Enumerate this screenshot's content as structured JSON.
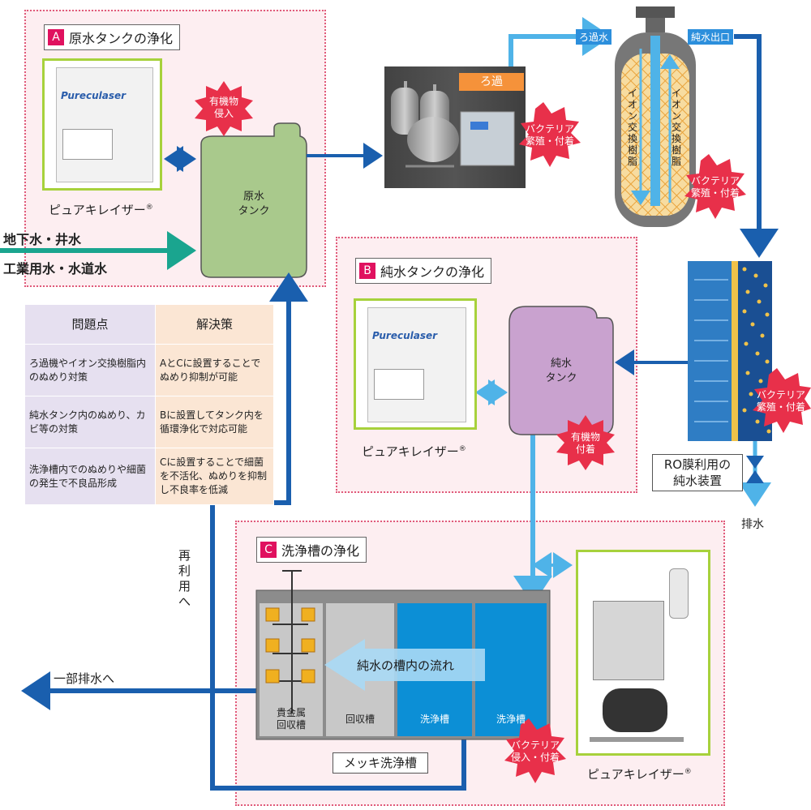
{
  "zone_a": {
    "letter": "A",
    "title": "原水タンクの浄化"
  },
  "zone_b": {
    "letter": "B",
    "title": "純水タンクの浄化"
  },
  "zone_c": {
    "letter": "C",
    "title": "洗浄槽の浄化"
  },
  "machine_caption": "ピュアキレイザー",
  "registered_mark": "®",
  "brand_logo": "Pureculaser",
  "raw_tank": {
    "line1": "原水",
    "line2": "タンク"
  },
  "pure_tank": {
    "line1": "純水",
    "line2": "タンク"
  },
  "burst_organic_in": {
    "line1": "有機物",
    "line2": "侵入"
  },
  "burst_organic_attach": {
    "line1": "有機物",
    "line2": "付着"
  },
  "burst_bacteria": {
    "line1": "バクテリア",
    "line2": "繁殖・付着"
  },
  "burst_bacteria_in": {
    "line1": "バクテリア",
    "line2": "侵入・付着"
  },
  "inputs": {
    "groundwater": "地下水・井水",
    "industrial": "工業用水・水道水"
  },
  "filter_label": "ろ過",
  "filtered_water": "ろ過水",
  "pure_outlet": "純水出口",
  "resin_text": "イオン交換樹脂",
  "ro_device": {
    "line1": "RO膜利用の",
    "line2": "純水装置"
  },
  "drain": "排水",
  "reuse": "再利用へ",
  "partial_drain": "一部排水へ",
  "flow_label": "純水の槽内の流れ",
  "plating_tank": "メッキ洗浄槽",
  "tanks": {
    "precious": {
      "line1": "貴金属",
      "line2": "回収槽"
    },
    "recovery": "回収槽",
    "wash1": "洗浄槽",
    "wash2": "洗浄槽"
  },
  "table": {
    "headers": [
      "問題点",
      "解決策"
    ],
    "rows": [
      [
        "ろ過機やイオン交換樹脂内のぬめり対策",
        "AとCに設置することでぬめり抑制が可能"
      ],
      [
        "純水タンク内のぬめり、カビ等の対策",
        "Bに設置してタンク内を循環浄化で対応可能"
      ],
      [
        "洗浄槽内でのぬめりや細菌の発生で不良品形成",
        "Cに設置することで細菌を不活化、ぬめりを抑制し不良率を低減"
      ]
    ]
  },
  "colors": {
    "pipe": "#1a5fae",
    "light_pipe": "#4fb3e8",
    "teal": "#1aa58f",
    "burst": "#e8304a",
    "machine_border": "#a7d13c",
    "zone_border": "#e05a7a"
  }
}
